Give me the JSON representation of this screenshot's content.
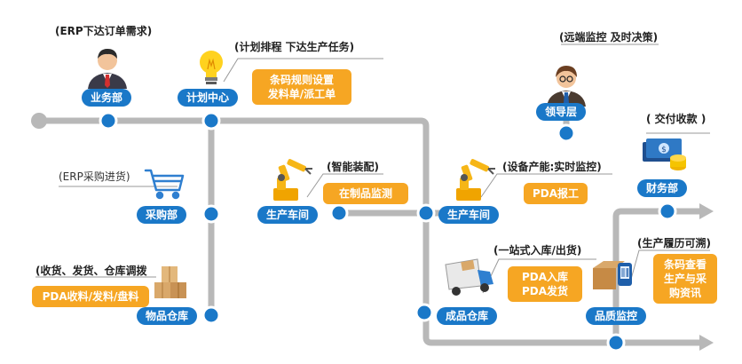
{
  "nodes": {
    "business": {
      "role": "业务部",
      "note": "(ERP下达订单需求)"
    },
    "planning": {
      "role": "计划中心",
      "note": "(计划排程  下达生产任务)",
      "tag_lines": [
        "条码规则设置",
        "发料单/派工单"
      ]
    },
    "leader": {
      "role": "领导层",
      "note": "(远端监控  及时决策)"
    },
    "finance": {
      "role": "财务部",
      "note": "( 交付收款 )"
    },
    "purchase": {
      "role": "采购部",
      "note": "(ERP采购进货)"
    },
    "workshop_a": {
      "role": "生产车间",
      "note": "(智能装配)",
      "tag_lines": [
        "在制品监测"
      ]
    },
    "workshop_b": {
      "role": "生产车间",
      "note": "(设备产能:实时监控)",
      "tag_lines": [
        "PDA报工"
      ]
    },
    "material_wh": {
      "role": "物品仓库",
      "note": "(收货、发货、仓库调拨",
      "tag_lines": [
        "PDA收料/发料/盘料"
      ]
    },
    "product_wh": {
      "role": "成品仓库",
      "note": "(一站式入库/出货)",
      "tag_lines": [
        "PDA入库",
        "PDA发货"
      ]
    },
    "quality": {
      "role": "品质监控",
      "note": "(生产履历可溯)",
      "tag_lines": [
        "条码查看",
        "生产与采",
        "购资讯"
      ]
    }
  },
  "colors": {
    "line": "#b8b8b8",
    "dot_fill": "#1a78c8",
    "pill": "#1a78c8",
    "tag": "#f6a623"
  },
  "icons": [
    "businessman-icon",
    "lightbulb-icon",
    "manager-icon",
    "money-icon",
    "shopping-cart-icon",
    "robot-arm-icon",
    "boxes-icon",
    "truck-icon",
    "barcode-scanner-icon"
  ]
}
